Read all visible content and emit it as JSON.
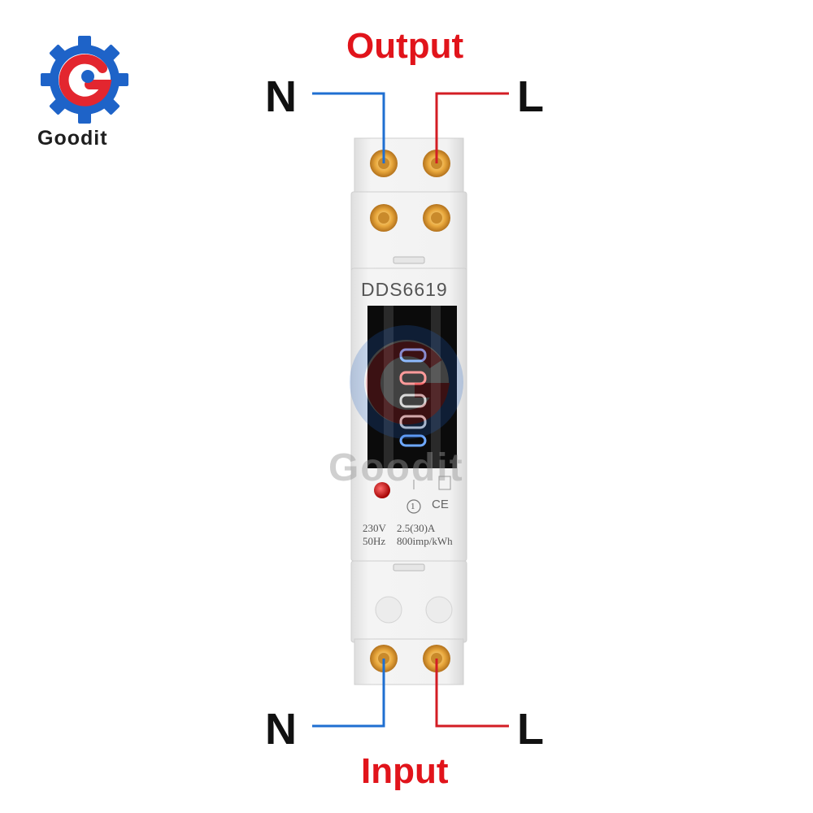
{
  "brand": {
    "name": "Goodit"
  },
  "watermark": {
    "text": "Goodit"
  },
  "output": {
    "title": "Output",
    "neutral_label": "N",
    "live_label": "L"
  },
  "input": {
    "title": "Input",
    "neutral_label": "N",
    "live_label": "L"
  },
  "meter": {
    "model": "DDS6619",
    "class_mark": "1",
    "ce_mark": "CE",
    "voltage": "230V",
    "frequency": "50Hz",
    "current": "2.5(30)A",
    "constant": "800imp/kWh"
  },
  "colors": {
    "neutral_wire": "#1f6fd1",
    "live_wire": "#d31d24",
    "label_red": "#e1141b",
    "logo_blue": "#1e63c8",
    "logo_red": "#e3262f"
  }
}
